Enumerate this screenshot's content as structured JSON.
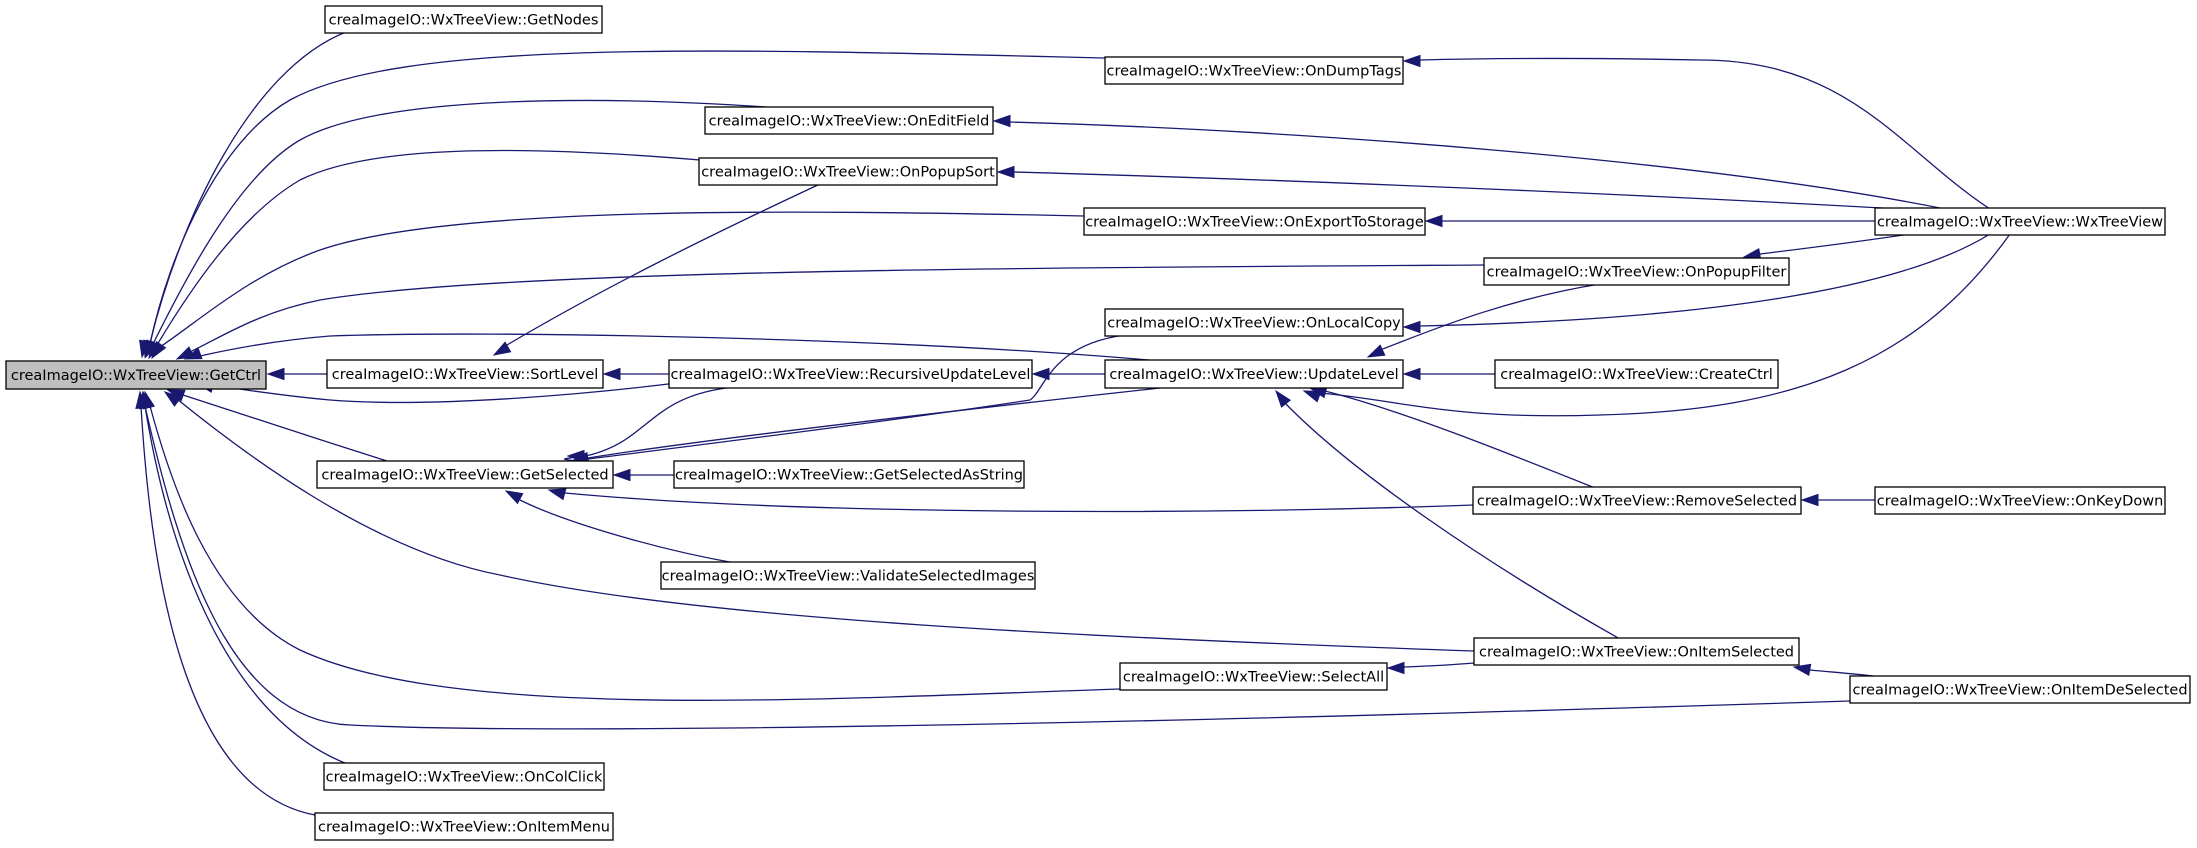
{
  "diagram": {
    "colors": {
      "edge": "#191970",
      "focus_fill": "#bfbfbf",
      "node_fill": "#ffffff",
      "node_stroke": "#000000"
    },
    "nodes": {
      "getctrl": "creaImageIO::WxTreeView::GetCtrl",
      "getnodes": "creaImageIO::WxTreeView::GetNodes",
      "ondumptags": "creaImageIO::WxTreeView::OnDumpTags",
      "oneditfield": "creaImageIO::WxTreeView::OnEditField",
      "onpopupsort": "creaImageIO::WxTreeView::OnPopupSort",
      "onexporttostorage": "creaImageIO::WxTreeView::OnExportToStorage",
      "wxtreeview": "creaImageIO::WxTreeView::WxTreeView",
      "onpopupfilter": "creaImageIO::WxTreeView::OnPopupFilter",
      "onlocalcopy": "creaImageIO::WxTreeView::OnLocalCopy",
      "sortlevel": "creaImageIO::WxTreeView::SortLevel",
      "recursiveupdatelevel": "creaImageIO::WxTreeView::RecursiveUpdateLevel",
      "updatelevel": "creaImageIO::WxTreeView::UpdateLevel",
      "createctrl": "creaImageIO::WxTreeView::CreateCtrl",
      "getselected": "creaImageIO::WxTreeView::GetSelected",
      "getselectedasstring": "creaImageIO::WxTreeView::GetSelectedAsString",
      "removeselected": "creaImageIO::WxTreeView::RemoveSelected",
      "onkeydown": "creaImageIO::WxTreeView::OnKeyDown",
      "validateselectedimages": "creaImageIO::WxTreeView::ValidateSelectedImages",
      "onitemselected": "creaImageIO::WxTreeView::OnItemSelected",
      "selectall": "creaImageIO::WxTreeView::SelectAll",
      "onitemdeselected": "creaImageIO::WxTreeView::OnItemDeSelected",
      "oncolclick": "creaImageIO::WxTreeView::OnColClick",
      "onitemmenu": "creaImageIO::WxTreeView::OnItemMenu"
    },
    "focus": "getctrl",
    "edges": [
      [
        "getnodes",
        "getctrl"
      ],
      [
        "ondumptags",
        "getctrl"
      ],
      [
        "oneditfield",
        "getctrl"
      ],
      [
        "onpopupsort",
        "getctrl"
      ],
      [
        "onexporttostorage",
        "getctrl"
      ],
      [
        "onpopupfilter",
        "getctrl"
      ],
      [
        "updatelevel",
        "getctrl"
      ],
      [
        "sortlevel",
        "getctrl"
      ],
      [
        "recursiveupdatelevel",
        "getctrl"
      ],
      [
        "getselected",
        "getctrl"
      ],
      [
        "onitemselected",
        "getctrl"
      ],
      [
        "selectall",
        "getctrl"
      ],
      [
        "onitemdeselected",
        "getctrl"
      ],
      [
        "oncolclick",
        "getctrl"
      ],
      [
        "onitemmenu",
        "getctrl"
      ],
      [
        "wxtreeview",
        "ondumptags"
      ],
      [
        "wxtreeview",
        "oneditfield"
      ],
      [
        "wxtreeview",
        "onpopupsort"
      ],
      [
        "wxtreeview",
        "onexporttostorage"
      ],
      [
        "wxtreeview",
        "onpopupfilter"
      ],
      [
        "wxtreeview",
        "onlocalcopy"
      ],
      [
        "wxtreeview",
        "updatelevel"
      ],
      [
        "onpopupsort",
        "sortlevel"
      ],
      [
        "recursiveupdatelevel",
        "sortlevel"
      ],
      [
        "updatelevel",
        "recursiveupdatelevel"
      ],
      [
        "onpopupfilter",
        "updatelevel"
      ],
      [
        "createctrl",
        "updatelevel"
      ],
      [
        "removeselected",
        "updatelevel"
      ],
      [
        "onitemselected",
        "updatelevel"
      ],
      [
        "recursiveupdatelevel",
        "getselected"
      ],
      [
        "updatelevel",
        "getselected"
      ],
      [
        "onlocalcopy",
        "getselected"
      ],
      [
        "getselectedasstring",
        "getselected"
      ],
      [
        "removeselected",
        "getselected"
      ],
      [
        "validateselectedimages",
        "getselected"
      ],
      [
        "onkeydown",
        "removeselected"
      ],
      [
        "onitemselected",
        "selectall"
      ],
      [
        "onitemdeselected",
        "onitemselected"
      ]
    ]
  }
}
